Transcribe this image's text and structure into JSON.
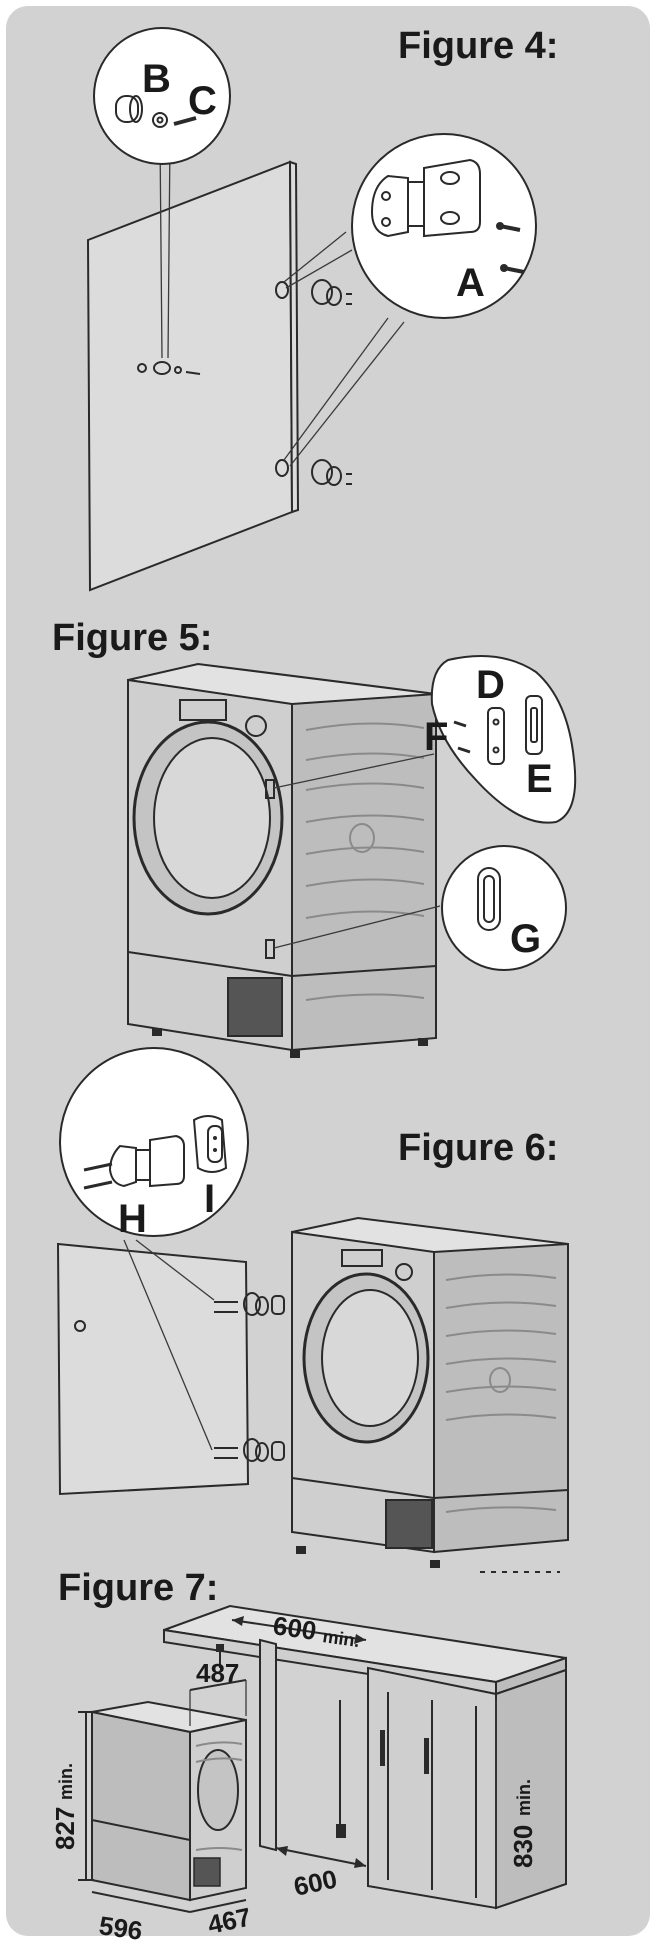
{
  "figures": [
    {
      "title": "Figure 4:",
      "letters": [
        "A",
        "B",
        "C"
      ]
    },
    {
      "title": "Figure 5:",
      "letters": [
        "D",
        "E",
        "F",
        "G"
      ]
    },
    {
      "title": "Figure 6:",
      "letters": [
        "H",
        "I"
      ]
    },
    {
      "title": "Figure 7:"
    }
  ],
  "figure7": {
    "dims": {
      "top_width": "600",
      "top_width_unit": "min.",
      "machine_depth_top": "487",
      "height_left": "827",
      "height_left_unit": "min.",
      "height_right": "830",
      "height_right_unit": "min.",
      "floor_width": "600",
      "machine_width": "596",
      "machine_depth": "467"
    }
  }
}
